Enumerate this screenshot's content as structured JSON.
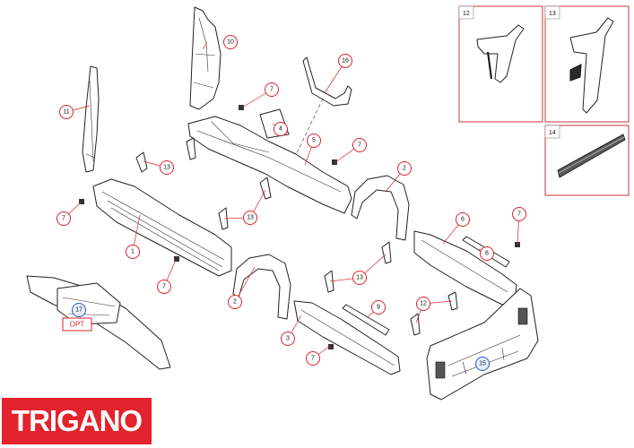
{
  "brand": {
    "name": "TRIGANO",
    "color": "#e3232d"
  },
  "colors": {
    "callout": "#d9232d",
    "callout_blue": "#2a56c6",
    "line": "#222222"
  },
  "callouts": {
    "c1": "1",
    "c2a": "2",
    "c2b": "2",
    "c3": "3",
    "c4": "4",
    "c5": "5",
    "c6": "6",
    "c7a": "7",
    "c7b": "7",
    "c7c": "7",
    "c7d": "7",
    "c7e": "7",
    "c7f": "7",
    "c8": "8",
    "c9": "9",
    "c10": "10",
    "c11": "11",
    "c12": "12",
    "c13a": "13",
    "c13b": "13",
    "c13c": "13",
    "c15": "15",
    "c16": "16",
    "c17": "17"
  },
  "insets": {
    "i12": "12",
    "i13": "13",
    "i14": "14"
  },
  "opt_label": "OPT"
}
